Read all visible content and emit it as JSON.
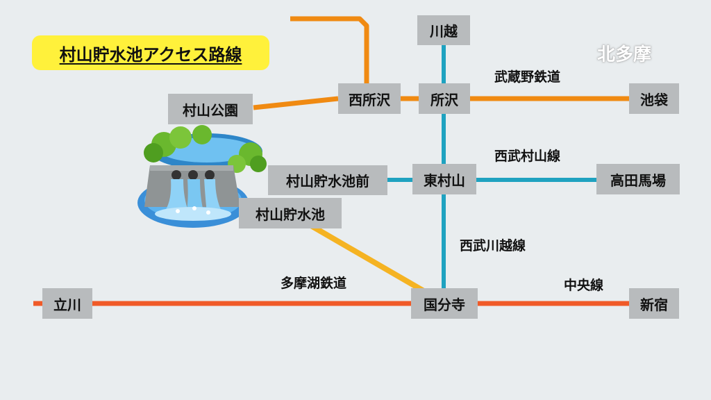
{
  "title": "村山貯水池アクセス路線",
  "region": "北多摩",
  "colors": {
    "seibu_ikebukuro_blue": "#1fa2c0",
    "orange_line": "#f08a12",
    "chuo_line": "#f05a28",
    "tamako_line": "#f5b322",
    "station_box": "#b8bbbd",
    "title_bg": "#fff13b"
  },
  "stations": {
    "kawagoe": "川越",
    "tokorozawa": "所沢",
    "nishi_tokorozawa": "西所沢",
    "murayama_koen": "村山公園",
    "ikebukuro": "池袋",
    "higashi_murayama": "東村山",
    "murayama_chosuichi_mae": "村山貯水池前",
    "takadanobaba": "高田馬場",
    "murayama_chosuichi": "村山貯水池",
    "tachikawa": "立川",
    "kokubunji": "国分寺",
    "shinjuku": "新宿"
  },
  "lines": {
    "musashino": "武蔵野鉄道",
    "seibu_murayama": "西武村山線",
    "seibu_kawagoe": "西武川越線",
    "tamako": "多摩湖鉄道",
    "chuo": "中央線"
  },
  "illustration": "dam-illustration"
}
